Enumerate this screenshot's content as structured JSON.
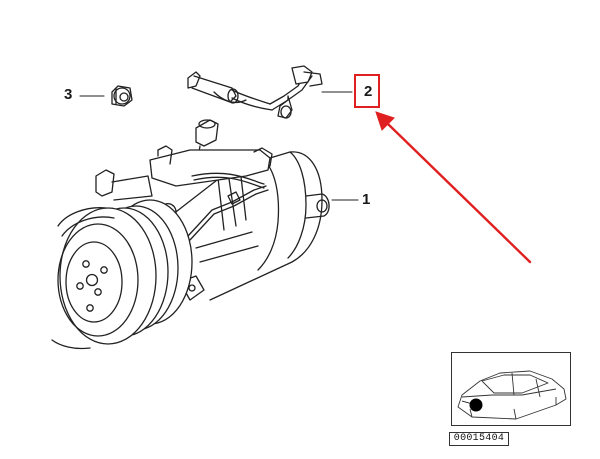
{
  "callouts": {
    "part1": "1",
    "part2": "2",
    "part3": "3"
  },
  "highlight": {
    "target": "2",
    "color": "#e02020"
  },
  "locator": {
    "code": "00015404"
  },
  "icons": [
    "ac-compressor-drawing",
    "switch-wire-harness-drawing",
    "fitting-plug-drawing",
    "red-arrow-pointer",
    "car-locator-thumbnail"
  ]
}
